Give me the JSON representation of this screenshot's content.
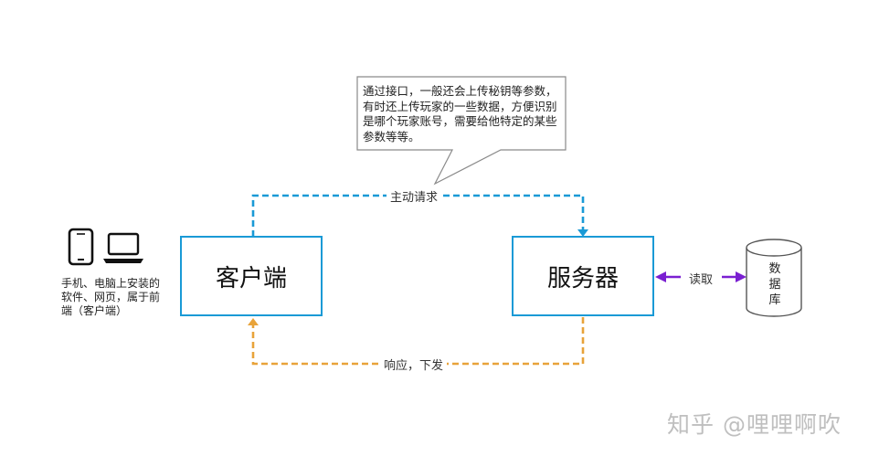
{
  "nodes": {
    "client": "客户端",
    "server": "服务器",
    "database": "数据库"
  },
  "edges": {
    "request": "主动请求",
    "response": "响应，下发",
    "read_write": "读取"
  },
  "callout": "通过接口，一般还会上传秘钥等参数，有时还上传玩家的一些数据，方便识别是哪个玩家账号，需要给他特定的某些参数等等。",
  "devices_caption": "手机、电脑上安装的软件、网页，属于前端（客户端）",
  "watermark": "知乎 @哩哩啊吹",
  "colors": {
    "box_border": "#1a9ad6",
    "request_line": "#1a9ad6",
    "response_line": "#e8a33a",
    "db_arrow": "#7a1fd1",
    "callout_border": "#8a8a8a"
  },
  "icons": [
    "phone-icon",
    "laptop-icon",
    "database-cylinder-icon"
  ]
}
